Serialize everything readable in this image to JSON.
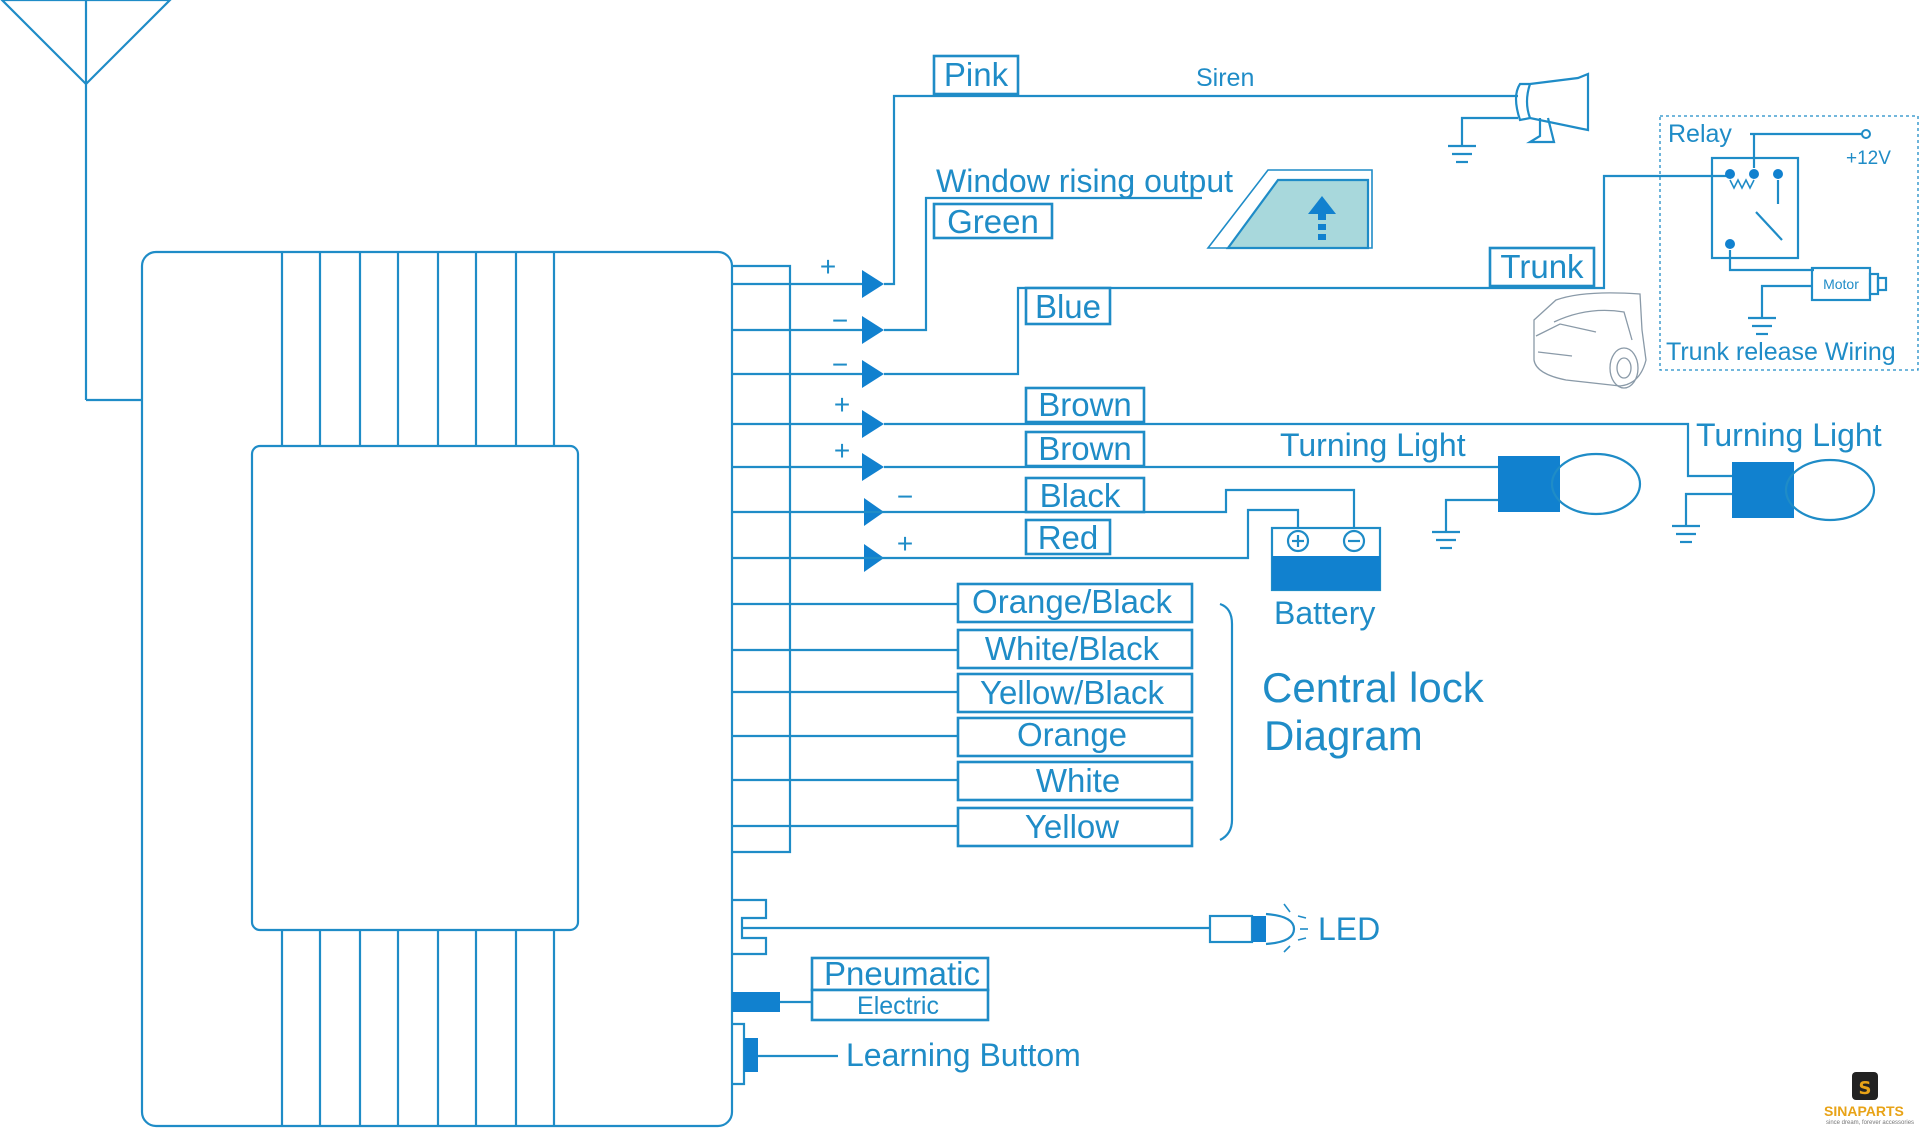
{
  "title": "Central lock Diagram",
  "title_line1": "Central lock",
  "title_line2": "Diagram",
  "labels": {
    "siren": "Siren",
    "window_rising_output": "Window rising output",
    "relay": "Relay",
    "plus12v": "+12V",
    "motor": "Motor",
    "trunk_release_wiring": "Trunk release Wiring",
    "turning_light_1": "Turning Light",
    "turning_light_2": "Turning Light",
    "battery": "Battery",
    "led": "LED",
    "learning_button": "Learning Buttom"
  },
  "wires": {
    "pink": "Pink",
    "green": "Green",
    "blue": "Blue",
    "trunk": "Trunk",
    "brown_1": "Brown",
    "brown_2": "Brown",
    "black": "Black",
    "red": "Red"
  },
  "polarity": {
    "pink": "+",
    "green": "−",
    "blue": "−",
    "brown_1": "+",
    "brown_2": "+",
    "black": "−",
    "red": "+"
  },
  "lock_wires": [
    "Orange/Black",
    "White/Black",
    "Yellow/Black",
    "Orange",
    "White",
    "Yellow"
  ],
  "lock_type": {
    "pneumatic": "Pneumatic",
    "electric": "Electric"
  },
  "logo": {
    "name": "SINAPARTS",
    "tagline": "since dream, forever accessories"
  },
  "colors": {
    "line": "#1f8cc7",
    "solid": "#1181cf",
    "window_fill": "#a8d8dc",
    "logo": "#e8a317"
  }
}
